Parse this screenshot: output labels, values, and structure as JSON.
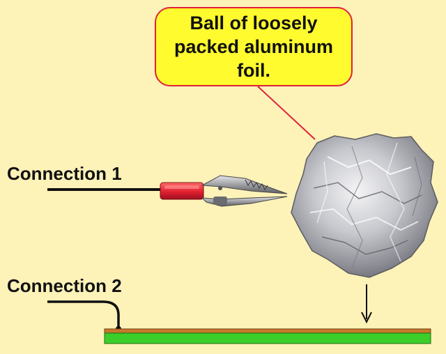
{
  "callout": {
    "text": "Ball of loosely packed aluminum foil."
  },
  "labels": {
    "connection_1": "Connection 1",
    "connection_2": "Connection 2"
  },
  "colors": {
    "background": "#fdf2b8",
    "callout_fill": "#fffb2e",
    "callout_border": "#e0203a",
    "clip_handle": "#e02030",
    "board_green": "#3ccf2a",
    "board_edge": "#c77a2b"
  },
  "icons": {
    "foil": "aluminum-foil-ball-icon",
    "clip": "alligator-clip-icon",
    "arrow": "down-arrow-icon"
  }
}
